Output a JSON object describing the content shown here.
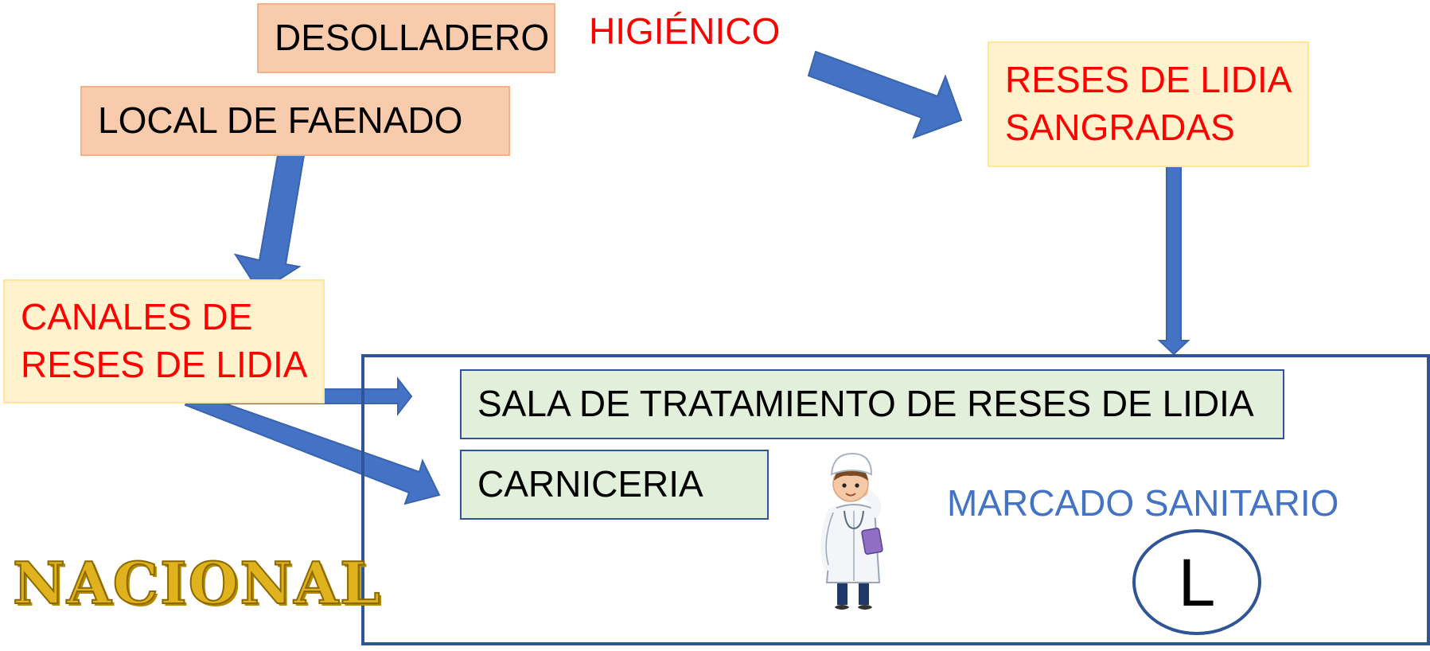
{
  "labels": {
    "desolladero": "DESOLLADERO",
    "higienico": "HIGIÉNICO",
    "local_faenado": "LOCAL DE FAENADO",
    "reses_sangradas": "RESES DE LIDIA\nSANGRADAS",
    "canales": "CANALES DE\nRESES DE LIDIA",
    "sala_tratamiento": "SALA DE TRATAMIENTO DE RESES DE LIDIA",
    "carniceria": "CARNICERIA",
    "marcado_sanitario": "MARCADO SANITARIO",
    "marca_letra": "L",
    "nacional": "NACIONAL"
  },
  "colors": {
    "arrow": "#4472c4",
    "frame": "#2f5597",
    "red_text": "#ff0000",
    "blue_text": "#4472c4",
    "gold": "#d4a017"
  },
  "icons": {
    "doctor": "doctor-illustration"
  }
}
